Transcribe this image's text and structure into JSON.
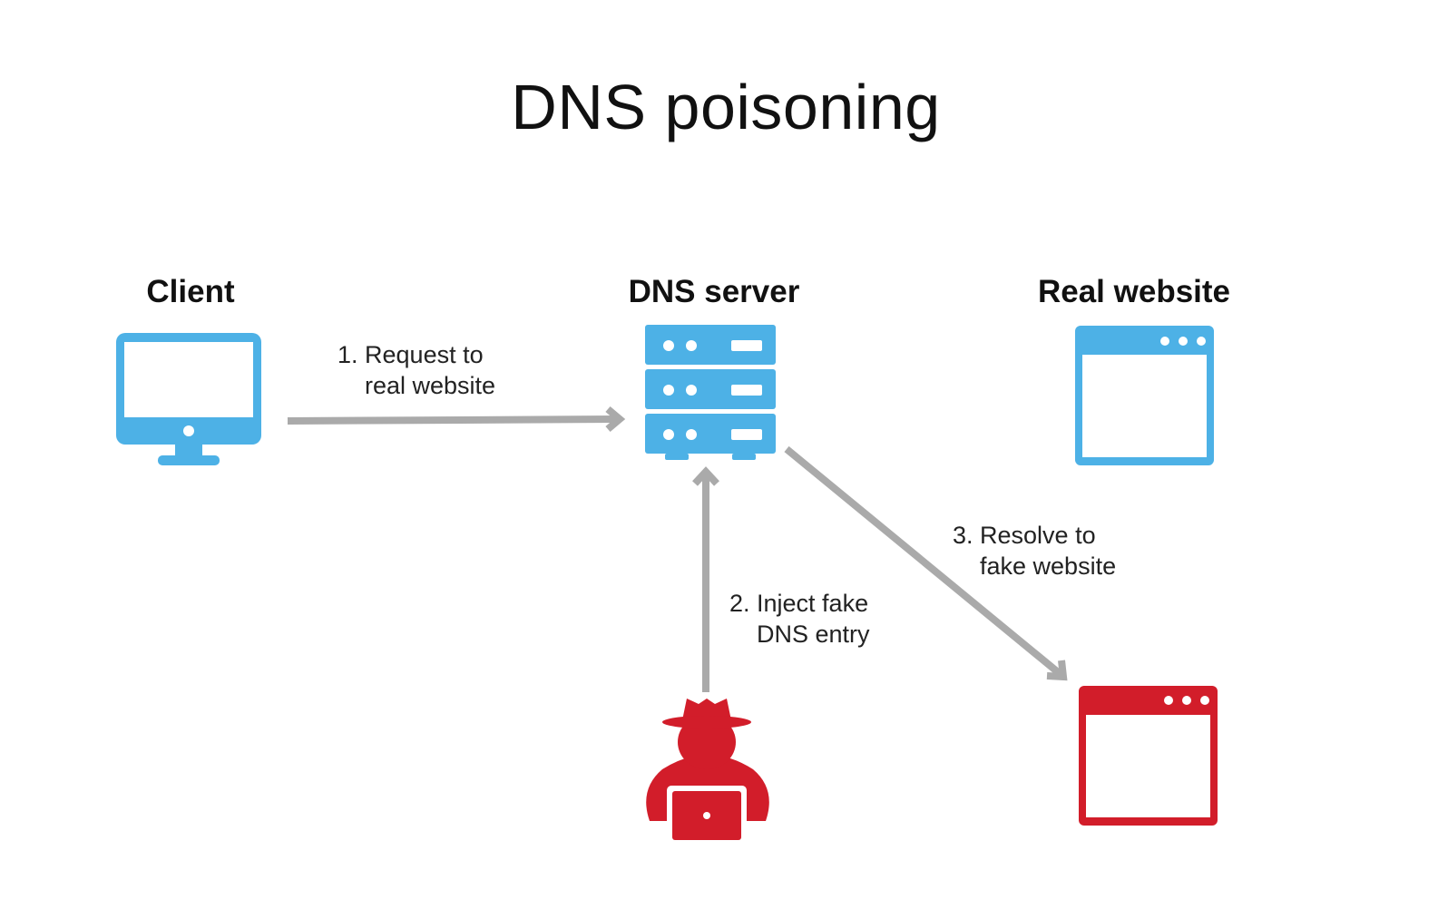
{
  "title": "DNS poisoning",
  "nodes": {
    "client": {
      "label": "Client"
    },
    "dns_server": {
      "label": "DNS server"
    },
    "real_website": {
      "label": "Real website"
    }
  },
  "steps": [
    {
      "line1": "1. Request to",
      "line2": "real website"
    },
    {
      "line1": "2. Inject fake",
      "line2": "DNS entry"
    },
    {
      "line1": "3. Resolve to",
      "line2": "fake website"
    }
  ],
  "colors": {
    "legit": "#4db1e6",
    "attacker": "#d21d2a",
    "arrow": "#aaaaaa"
  },
  "icons": {
    "client": "desktop-monitor-icon",
    "dns_server": "server-stack-icon",
    "real_website": "browser-window-icon",
    "attacker": "hacker-hat-laptop-icon",
    "fake_website": "browser-window-icon"
  }
}
